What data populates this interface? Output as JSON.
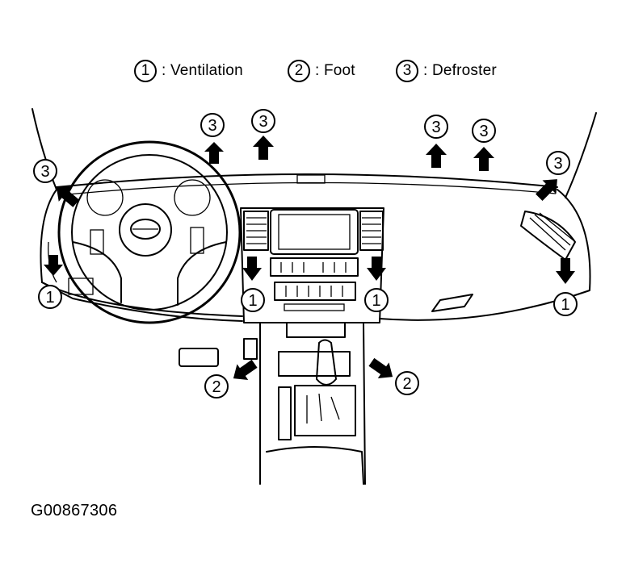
{
  "legend": {
    "items": [
      {
        "num": "1",
        "label": ": Ventilation"
      },
      {
        "num": "2",
        "label": ": Foot"
      },
      {
        "num": "3",
        "label": ": Defroster"
      }
    ]
  },
  "callouts": {
    "d1": "3",
    "d2": "3",
    "d3": "3",
    "d4": "3",
    "d5": "3",
    "d6": "3",
    "v1": "1",
    "v2": "1",
    "v3": "1",
    "v4": "1",
    "f1": "2",
    "f2": "2"
  },
  "figure_id": "G00867306"
}
